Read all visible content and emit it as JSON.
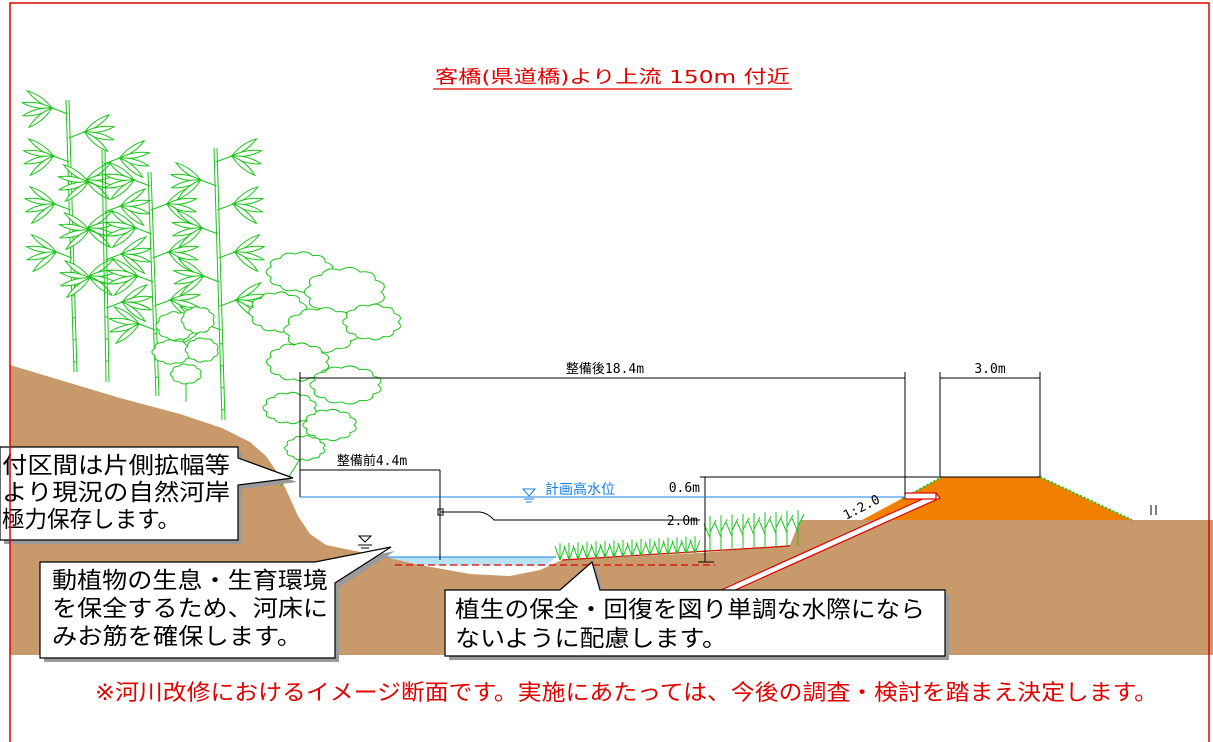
{
  "title": "客橋(県道橋)より上流 150m 付近",
  "dimensions": {
    "after_width": "整備後18.4m",
    "crest_width": "3.0m",
    "before_width": "整備前4.4m",
    "freeboard": "0.6m",
    "depth": "2.0m",
    "slope": "1:2.0"
  },
  "water_level_label": "計画高水位",
  "callouts": {
    "bank_preservation": [
      "付区間は片側拡幅等",
      "より現況の自然河岸",
      "極力保存します。"
    ],
    "low_water_channel": [
      "動植物の生息・生育環境",
      "を保全するため、河床に",
      "みお筋を確保します。"
    ],
    "vegetation": [
      "植生の保全・回復を図り単調な水際になら",
      "ないように配慮します。"
    ]
  },
  "footnote": "※河川改修におけるイメージ断面です。実施にあたっては、今後の調査・検討を踏まえ決定します。",
  "colors": {
    "frame": "#e00000",
    "ground": "#c8996b",
    "embankment": "#f28000",
    "water": "#b7e3f3",
    "plan_water_line": "#1a7fe6",
    "vegetation": "#19c419",
    "annotation_red": "#e00000",
    "callout_shadow": "#9a9a9a"
  }
}
